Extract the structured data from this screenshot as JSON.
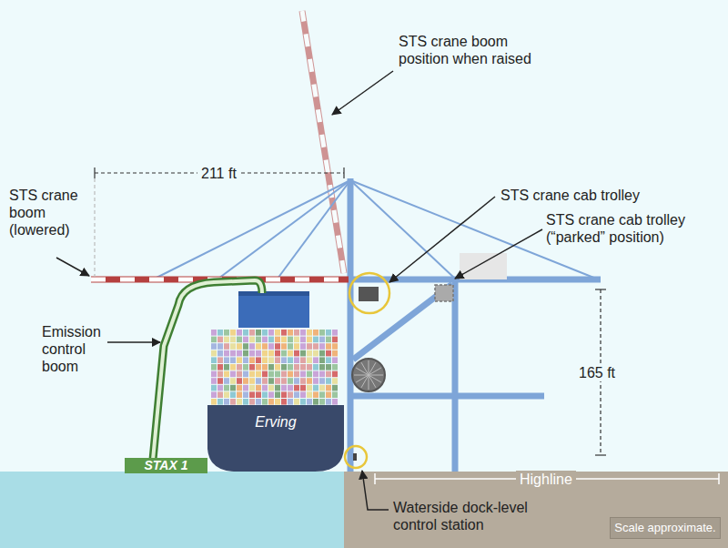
{
  "diagram": {
    "nodes": [
      {
        "text": [
          "Erving"
        ]
      },
      {
        "text": [
          "STAX 1"
        ]
      },
      {
        "text": [
          "Scale approximate."
        ]
      }
    ],
    "labels": [
      "STS crane boom position when raised",
      "211 ft",
      "STS crane boom (lowered)",
      "STS crane cab trolley",
      "STS crane cab trolley (“parked” position)",
      "Emission control boom",
      "165 ft",
      "Highline",
      "Waterside dock-level control station"
    ]
  }
}
